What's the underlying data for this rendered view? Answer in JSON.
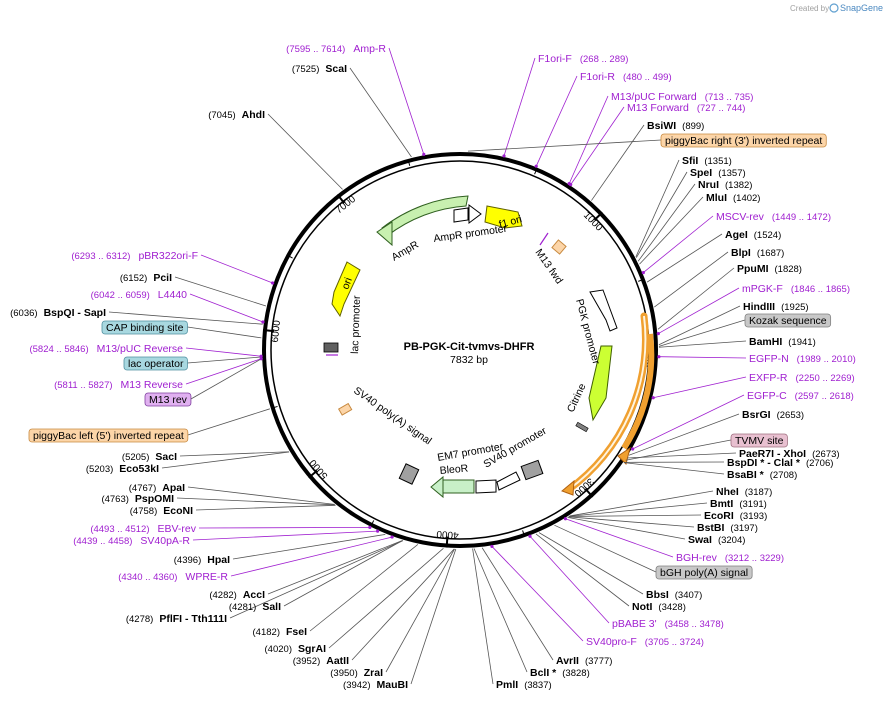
{
  "header": {
    "created_by": "Created by",
    "brand": "SnapGene"
  },
  "map": {
    "name": "PB-PGK-Cit-tvmvs-DHFR",
    "length_label": "7832 bp"
  },
  "ticks": [
    "1000",
    "2000",
    "3000",
    "4000",
    "5000",
    "6000",
    "7000"
  ],
  "features": [
    "f1 ori",
    "AmpR promoter",
    "AmpR",
    "ori",
    "lac promoter",
    "M13 fwd",
    "PGK promoter",
    "Citrine",
    "SV40 promoter",
    "EM7 promoter",
    "BleoR",
    "SV40 poly(A) signal"
  ],
  "sites": [
    {
      "name": "ScaI",
      "pos": "(7525)"
    },
    {
      "name": "AhdI",
      "pos": "(7045)"
    },
    {
      "name": "PciI",
      "pos": "(6152)"
    },
    {
      "name": "BspQI",
      "extra": "- SapI",
      "pos": "(6036)"
    },
    {
      "name": "SacI",
      "pos": "(5205)"
    },
    {
      "name": "Eco53kI",
      "pos": "(5203)"
    },
    {
      "name": "ApaI",
      "pos": "(4767)"
    },
    {
      "name": "PspOMI",
      "pos": "(4763)"
    },
    {
      "name": "EcoNI",
      "pos": "(4758)"
    },
    {
      "name": "HpaI",
      "pos": "(4396)"
    },
    {
      "name": "AccI",
      "pos": "(4282)"
    },
    {
      "name": "SalI",
      "pos": "(4281)"
    },
    {
      "name": "PflFI",
      "extra": "- Tth111I",
      "pos": "(4278)"
    },
    {
      "name": "FseI",
      "pos": "(4182)"
    },
    {
      "name": "SgrAI",
      "pos": "(4020)"
    },
    {
      "name": "AatII",
      "pos": "(3952)"
    },
    {
      "name": "ZraI",
      "pos": "(3950)"
    },
    {
      "name": "MauBI",
      "pos": "(3942)"
    },
    {
      "name": "PmlI",
      "pos": "(3837)"
    },
    {
      "name": "BclI *",
      "pos": "(3828)"
    },
    {
      "name": "AvrII",
      "pos": "(3777)"
    },
    {
      "name": "NotI",
      "pos": "(3428)"
    },
    {
      "name": "BbsI",
      "pos": "(3407)"
    },
    {
      "name": "SwaI",
      "pos": "(3204)"
    },
    {
      "name": "BstBI",
      "pos": "(3197)"
    },
    {
      "name": "EcoRI",
      "pos": "(3193)"
    },
    {
      "name": "BmtI",
      "pos": "(3191)"
    },
    {
      "name": "NheI",
      "pos": "(3187)"
    },
    {
      "name": "BsaBI *",
      "pos": "(2708)"
    },
    {
      "name": "BspDI *",
      "extra": "- ClaI *",
      "pos": "(2706)"
    },
    {
      "name": "PaeR7I",
      "extra": "- XhoI",
      "pos": "(2673)"
    },
    {
      "name": "BsrGI",
      "pos": "(2653)"
    },
    {
      "name": "BamHI",
      "pos": "(1941)"
    },
    {
      "name": "HindIII",
      "pos": "(1925)"
    },
    {
      "name": "PpuMI",
      "pos": "(1828)"
    },
    {
      "name": "BlpI",
      "pos": "(1687)"
    },
    {
      "name": "AgeI",
      "pos": "(1524)"
    },
    {
      "name": "MluI",
      "pos": "(1402)"
    },
    {
      "name": "NruI",
      "pos": "(1382)"
    },
    {
      "name": "SpeI",
      "pos": "(1357)"
    },
    {
      "name": "SfiI",
      "pos": "(1351)"
    },
    {
      "name": "BsiWI",
      "pos": "(899)"
    }
  ],
  "primers": [
    {
      "name": "Amp-R",
      "range": "(7595 .. 7614)"
    },
    {
      "name": "F1ori-F",
      "range": "(268 .. 289)"
    },
    {
      "name": "F1ori-R",
      "range": "(480 .. 499)"
    },
    {
      "name": "M13/pUC Forward",
      "range": "(713 .. 735)"
    },
    {
      "name": "M13 Forward",
      "range": "(727 .. 744)"
    },
    {
      "name": "MSCV-rev",
      "range": "(1449 .. 1472)"
    },
    {
      "name": "mPGK-F",
      "range": "(1846 .. 1865)"
    },
    {
      "name": "EGFP-N",
      "range": "(1989 .. 2010)"
    },
    {
      "name": "EXFP-R",
      "range": "(2250 .. 2269)"
    },
    {
      "name": "EGFP-C",
      "range": "(2597 .. 2618)"
    },
    {
      "name": "BGH-rev",
      "range": "(3212 .. 3229)"
    },
    {
      "name": "pBABE 3'",
      "range": "(3458 .. 3478)"
    },
    {
      "name": "SV40pro-F",
      "range": "(3705 .. 3724)"
    },
    {
      "name": "WPRE-R",
      "range": "(4340 .. 4360)"
    },
    {
      "name": "SV40pA-R",
      "range": "(4439 .. 4458)"
    },
    {
      "name": "EBV-rev",
      "range": "(4493 .. 4512)"
    },
    {
      "name": "M13 Reverse",
      "range": "(5811 .. 5827)"
    },
    {
      "name": "M13/pUC Reverse",
      "range": "(5824 .. 5846)"
    },
    {
      "name": "L4440",
      "range": "(6042 .. 6059)"
    },
    {
      "name": "pBR322ori-F",
      "range": "(6293 .. 6312)"
    }
  ],
  "boxes": [
    {
      "label": "piggyBac right (3') inverted repeat",
      "fill": "#fcd5a8",
      "stroke": "#c88a40"
    },
    {
      "label": "Kozak sequence",
      "fill": "#c8c8c8",
      "stroke": "#808080"
    },
    {
      "label": "TVMV site",
      "fill": "#e8c0d0",
      "stroke": "#a07080"
    },
    {
      "label": "bGH poly(A) signal",
      "fill": "#c8c8c8",
      "stroke": "#808080"
    },
    {
      "label": "CAP binding site",
      "fill": "#a8d8e0",
      "stroke": "#5090a0"
    },
    {
      "label": "lac operator",
      "fill": "#a8d8e0",
      "stroke": "#5090a0"
    },
    {
      "label": "M13 rev",
      "fill": "#e0b0f0",
      "stroke": "#8040a0"
    },
    {
      "label": "piggyBac left (5') inverted repeat",
      "fill": "#fcd5a8",
      "stroke": "#c88a40"
    }
  ],
  "colors": {
    "primer": "#a020d0",
    "ring": "#000000",
    "ampr": "#c8f0b0",
    "ori": "#ffff00",
    "citrine": "#ccff33",
    "piggybac": "#f0a030",
    "bleo": "#c8f0c8",
    "promoter": "#ffffff",
    "polya": "#a0a0a0"
  }
}
